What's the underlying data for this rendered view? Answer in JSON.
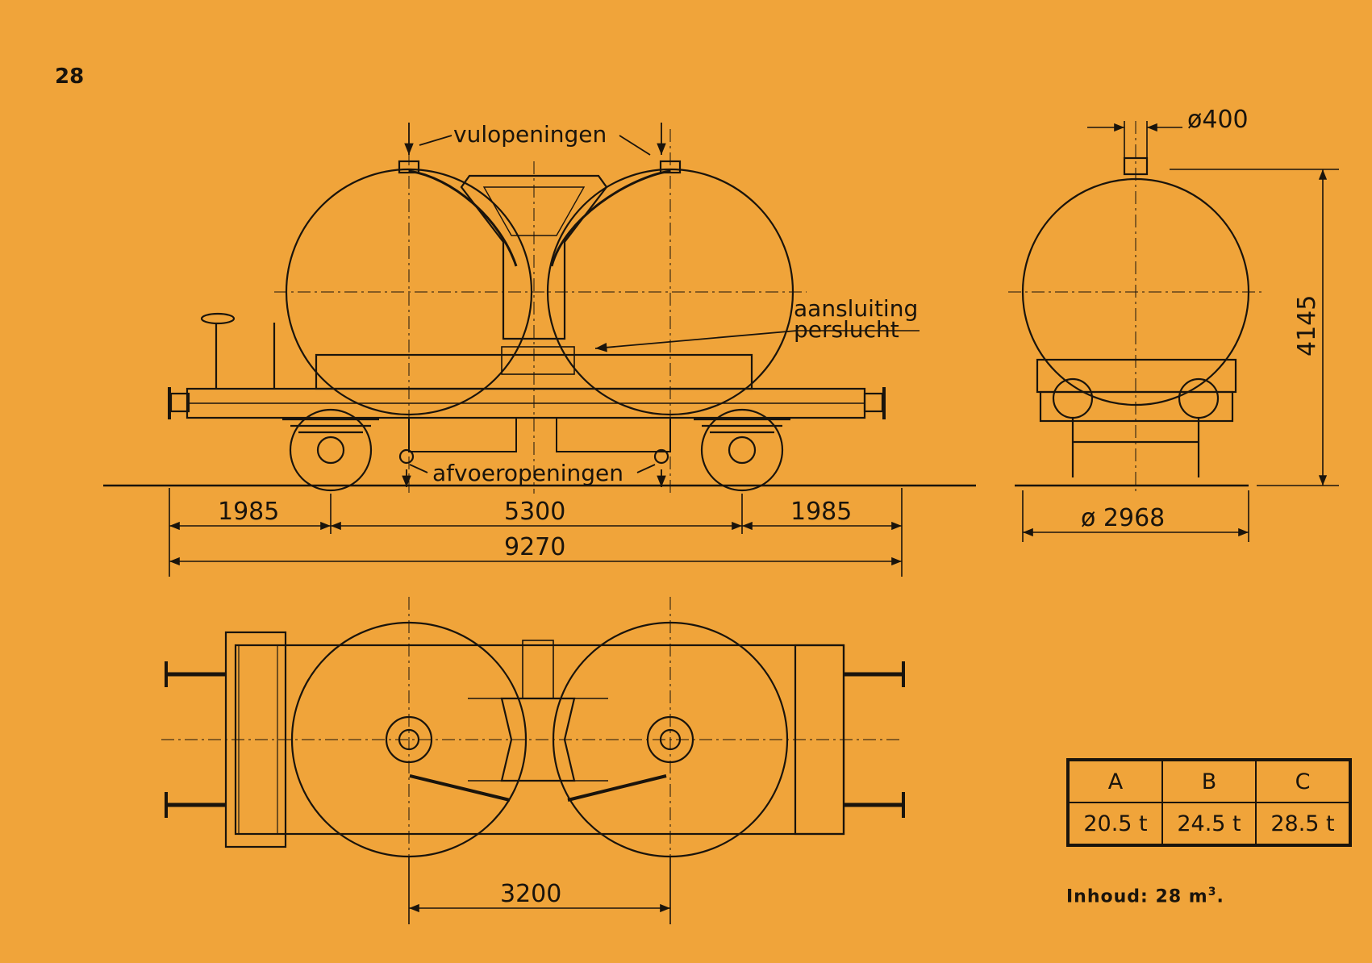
{
  "page_number": "28",
  "colors": {
    "background": "#f0a43a",
    "ink": "#1a140c"
  },
  "labels": {
    "fill_openings": "vulopeningen",
    "air_connection_line1": "aansluiting",
    "air_connection_line2": "perslucht",
    "discharge_openings": "afvoeropeningen"
  },
  "dimensions": {
    "left_overhang": "1985",
    "wheelbase": "5300",
    "right_overhang": "1985",
    "overall_length": "9270",
    "opening_diameter": "ø400",
    "height": "4145",
    "tank_diameter": "ø 2968",
    "tank_spacing": "3200"
  },
  "weights_table": {
    "headers": [
      "A",
      "B",
      "C"
    ],
    "values": [
      "20.5 t",
      "24.5 t",
      "28.5 t"
    ]
  },
  "capacity": {
    "label": "Inhoud:",
    "value": "28 m",
    "unit_superscript": "3",
    "suffix": "."
  }
}
